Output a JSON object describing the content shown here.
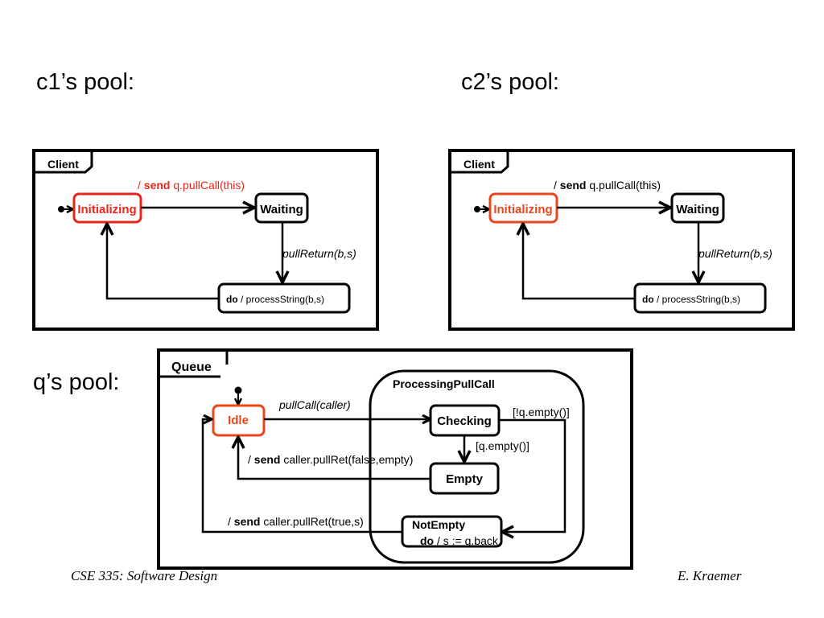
{
  "titles": {
    "c1": "c1’s pool:",
    "c2": "c2’s pool:",
    "q": "q’s pool:"
  },
  "colors": {
    "active_red": "#e8261c",
    "active_orange": "#e8461c",
    "black": "#000000"
  },
  "c1": {
    "frame_label": "Client",
    "states": {
      "initializing": "Initializing",
      "waiting": "Waiting",
      "process_do": "do",
      "process_action": " / processString(b,s)"
    },
    "transitions": {
      "send_slash": "/ ",
      "send_kw": "send",
      "send_call": " q.pullCall(this)",
      "pull_return": "pullReturn(b,s)"
    }
  },
  "c2": {
    "frame_label": "Client",
    "states": {
      "initializing": "Initializing",
      "waiting": "Waiting",
      "process_do": "do",
      "process_action": " / processString(b,s)"
    },
    "transitions": {
      "send_slash": "/ ",
      "send_kw": "send",
      "send_call": " q.pullCall(this)",
      "pull_return": "pullReturn(b,s)"
    }
  },
  "queue": {
    "frame_label": "Queue",
    "composite_label": "ProcessingPullCall",
    "states": {
      "idle": "Idle",
      "checking": "Checking",
      "empty": "Empty",
      "not_empty": "NotEmpty",
      "not_empty_do": "do",
      "not_empty_action": " / s := q.back"
    },
    "transitions": {
      "pull_call": "pullCall(caller)",
      "guard_not_empty": "[!q.empty()]",
      "guard_empty": "[q.empty()]",
      "ret_false_slash": "/ ",
      "ret_false_kw": "send",
      "ret_false_call": " caller.pullRet(false,empty)",
      "ret_true_slash": "/ ",
      "ret_true_kw": "send",
      "ret_true_call": " caller.pullRet(true,s)"
    }
  },
  "footer": {
    "course": "CSE 335: Software Design",
    "author": "E. Kraemer"
  }
}
